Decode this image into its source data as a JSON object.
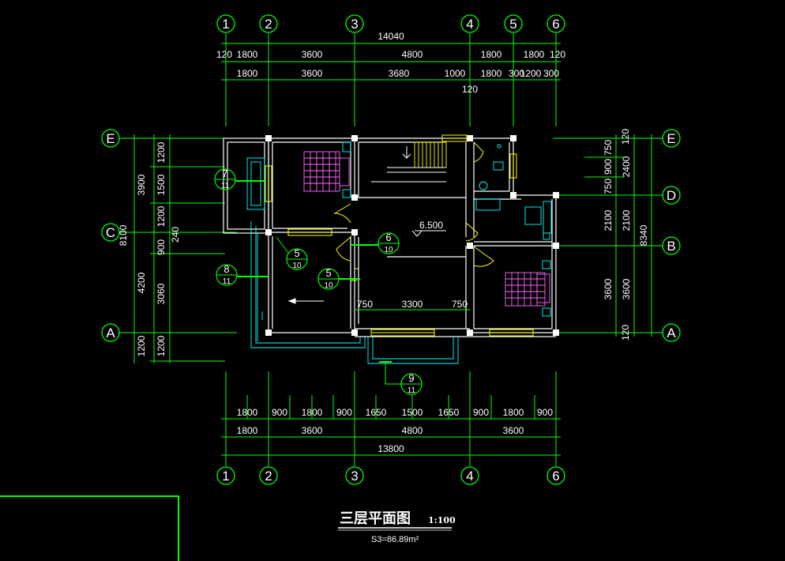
{
  "drawing": {
    "title": "三层平面图",
    "scale": "1:100",
    "area": "S3=86.89m²",
    "elevation": "6.500"
  },
  "axes": {
    "top": [
      "1",
      "2",
      "3",
      "4",
      "5",
      "6"
    ],
    "bottom": [
      "1",
      "2",
      "3",
      "4",
      "6"
    ],
    "left": [
      "E",
      "C",
      "A"
    ],
    "right": [
      "E",
      "D",
      "B",
      "A"
    ]
  },
  "dims": {
    "top_total": "14040",
    "top_row1": [
      "120",
      "1800",
      "3600",
      "4800",
      "1800",
      "1800",
      "120"
    ],
    "top_row2": [
      "1800",
      "3600",
      "3680",
      "1000",
      "1800",
      "300",
      "1200",
      "300"
    ],
    "top_sub": "120",
    "bottom_row1": [
      "1800",
      "900",
      "1800",
      "900",
      "1650",
      "1500",
      "1650",
      "900",
      "1800",
      "900"
    ],
    "bottom_row2": [
      "1800",
      "3600",
      "4800",
      "3600"
    ],
    "bottom_total": "13800",
    "left_outer": [
      "3900",
      "8100",
      "4200",
      "1200"
    ],
    "left_inner": [
      "1200",
      "1500",
      "1200",
      "900",
      "240",
      "3060",
      "1200"
    ],
    "right_inner": [
      "120",
      "750",
      "900",
      "750",
      "2100",
      "3600",
      "120"
    ],
    "right_mid": [
      "2400",
      "2100",
      "3600"
    ],
    "right_total": "8340",
    "inner_row": [
      "750",
      "3300",
      "750"
    ]
  },
  "callouts": [
    {
      "num": "7",
      "sheet": "11"
    },
    {
      "num": "8",
      "sheet": "11"
    },
    {
      "num": "5",
      "sheet": "10"
    },
    {
      "num": "5",
      "sheet": "10"
    },
    {
      "num": "6",
      "sheet": "10"
    },
    {
      "num": "9",
      "sheet": "11"
    }
  ],
  "colors": {
    "grid": "#00ff00",
    "wall": "#ffffff",
    "furniture": "#ff66ff",
    "window": "#ffff00",
    "balcony": "#00ffff"
  }
}
